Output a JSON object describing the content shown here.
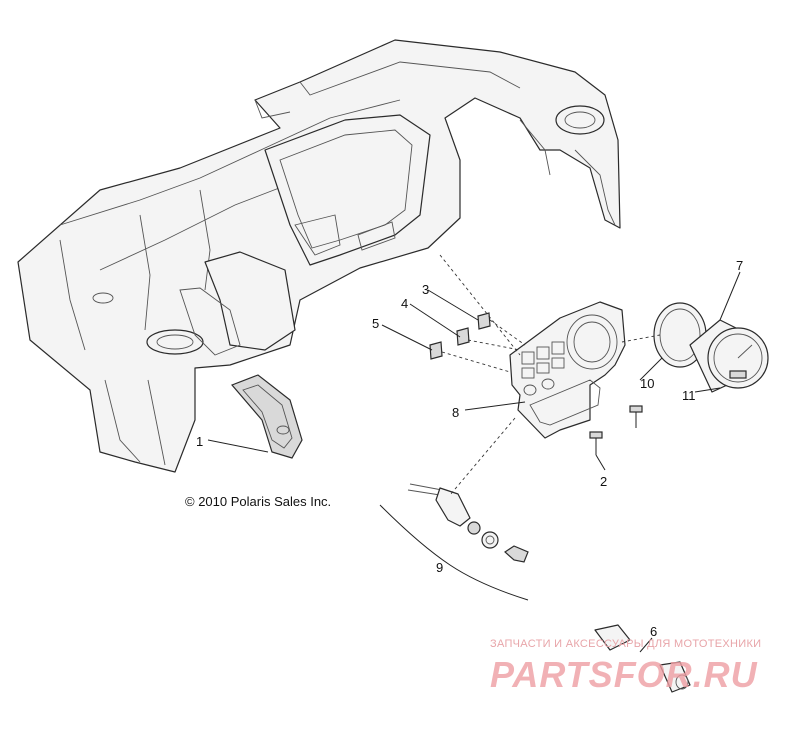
{
  "copyright": "© 2010 Polaris Sales Inc.",
  "watermark": {
    "tagline": "ЗАПЧАСТИ И АКСЕССУАРЫ ДЛЯ МОТОТЕХНИКИ",
    "logo": "PARTSFOR.RU",
    "color": "#ee9ea3"
  },
  "callouts": {
    "c1": "1",
    "c2": "2",
    "c3": "3",
    "c4": "4",
    "c5": "5",
    "c6": "6",
    "c7": "7",
    "c8": "8",
    "c9": "9",
    "c10": "10",
    "c11": "11"
  }
}
